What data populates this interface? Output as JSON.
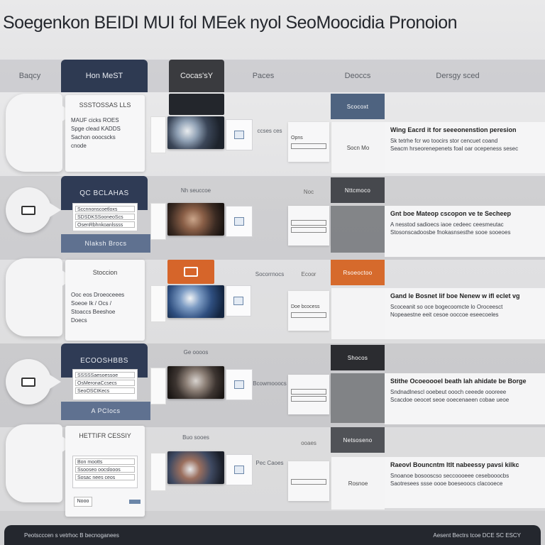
{
  "title": "Soegenkon BEIDI MUI fol MEek nyol SeoMoocidia Pronoion",
  "columns": {
    "c1": "Baqcy",
    "c2": "Hon MeST",
    "c3": "Cocas'sY",
    "c4": "Paces",
    "c5": "Deoccs",
    "c6": "Dersgy sced"
  },
  "rows": [
    {
      "card_title": "SSSTOSSAS LLS",
      "card_lines": [
        "MAUF cicks ROES",
        "Spge clead KADDS",
        "Sachon ooocscks",
        "cnode"
      ],
      "mid_text": "ccses ces",
      "mid_card": "Opns",
      "status_label": "Scocoxt",
      "status_sub": "Socn Mo",
      "desc_heading": "Wing Eacrd it for seeeonenstion peresion",
      "desc_lines": [
        "Sk tetrhe fcr wo toocirs stor cencuet coand",
        "Seacm hrseorenepenets foal oar ocepeness sesec"
      ]
    },
    {
      "navy_label": "QC BCLAHAS",
      "form_fields": [
        "Sccnnonscoetloxs",
        "SDSDKSSooneoScs",
        "OsenRbhnkoanlssss"
      ],
      "navy_foot": "Nlaksh Brocs",
      "mid_text": "Nh seuccoe",
      "mid_card": "Noc",
      "status_label": "Nttcmoco",
      "desc_heading": "Gnt boe Mateop cscopon ve te Secheep",
      "desc_lines": [
        "A nesstod sadioecs iaoe cedeec ceesmeutac",
        "Stosonscadoosbe fnokasnsesthe sooe sooeoes"
      ]
    },
    {
      "card_title": "Stoccion",
      "card_lines": [
        "Ooc eos Droeoceees",
        "Soeoe Ik / Ocs /",
        "Stoaccs Beeshoe",
        "Doecs"
      ],
      "mid_text": "Socorrnocs",
      "col5_label": "Ecoor",
      "mid_card": "Doe bcocess",
      "status_label": "Rsoeoctoo",
      "desc_heading": "Gand le Bosnet lif boe Nenew w ifl eclet vg",
      "desc_lines": [
        "Scoceanit so oce bogecoomcte lo Oroceesct",
        "Nopeaestne eeit cesoe ooccoe eseecoeles"
      ]
    },
    {
      "navy_label": "ECOOSHBBS",
      "form_fields": [
        "SSSSSaesoessoe",
        "OsMeronaCcsecs",
        "SeoOSCtKecs"
      ],
      "navy_foot": "A PCIocs",
      "photo_label": "Ge oooos",
      "mid_text": "Bcowmooocs",
      "status_label": "Shocos",
      "desc_heading": "Stithe Ocoeoooel beath lah ahidate be Borge",
      "desc_lines": [
        "Sndnadlnescl ooebeut oooch ceeede oooreee",
        "Scacdoe oeocet seoe ooecenaeen cobae ueoe"
      ]
    },
    {
      "card_title": "HETTIFR CESSIY",
      "form_fields": [
        "Bon mootts",
        "Ssooseo oocslooos",
        "Sosac nees ceos"
      ],
      "card_foot": "Nooo",
      "photo_label": "Buo sooes",
      "mid_text": "Pec Caoes",
      "mid_text_b": "ooaes",
      "status_label": "Netsoseno",
      "status_sub": "Rosnoe",
      "desc_heading": "Raeovl Bouncntm ltlt nabeessy pavsi kilkc",
      "desc_lines": [
        "Snoanoe bosooscso seccoooeee cesebooocbs",
        "Saotresees ssse oooe boeseoocs clacooece"
      ]
    }
  ],
  "footer": {
    "left": "Peotscccen s vetrhoc B becnoganees",
    "right": "Aesent Bectrs tcoe DCE SC ESCY"
  },
  "colors": {
    "navy": "#2f3b55",
    "slate_blue": "#4e6380",
    "orange": "#d66a2c",
    "charcoal": "#46484d"
  }
}
